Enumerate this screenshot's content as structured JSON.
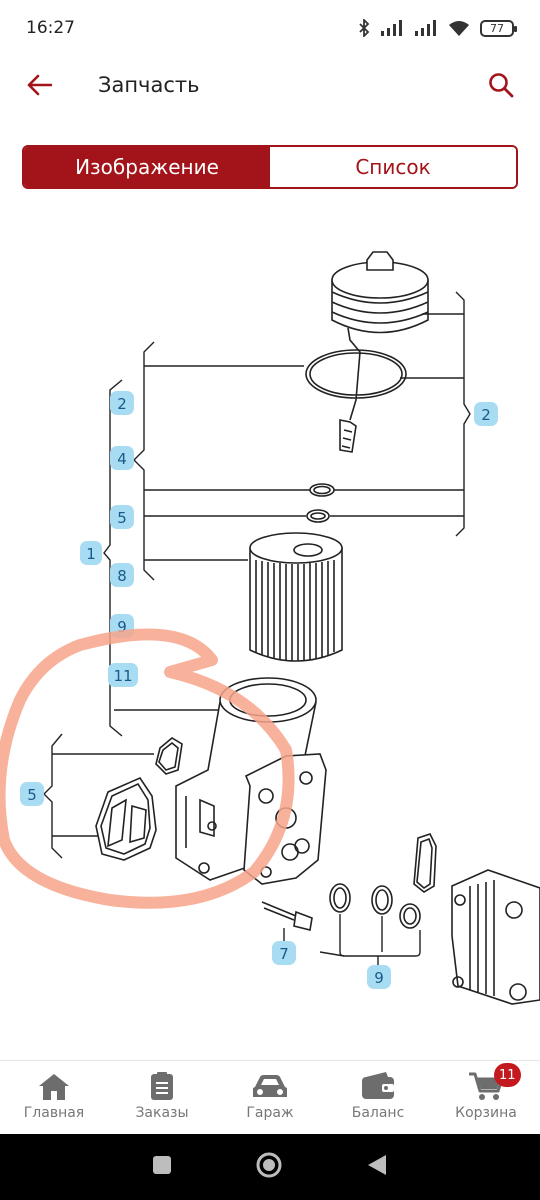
{
  "status_bar": {
    "time": "16:27",
    "battery": "77"
  },
  "app_bar": {
    "title": "Запчасть"
  },
  "tabs": {
    "image_label": "Изображение",
    "list_label": "Список"
  },
  "diagram": {
    "callouts": [
      "2",
      "4",
      "5",
      "1",
      "8",
      "9",
      "11",
      "2",
      "5",
      "7",
      "9"
    ]
  },
  "colors": {
    "accent": "#a3141a",
    "callout": "#a8dcf3",
    "highlight": "#f7a58b"
  },
  "bottom_nav": {
    "items": [
      {
        "label": "Главная",
        "icon": "home-icon"
      },
      {
        "label": "Заказы",
        "icon": "orders-icon"
      },
      {
        "label": "Гараж",
        "icon": "car-icon"
      },
      {
        "label": "Баланс",
        "icon": "wallet-icon"
      },
      {
        "label": "Корзина",
        "icon": "cart-icon"
      }
    ],
    "cart_badge": "11"
  }
}
